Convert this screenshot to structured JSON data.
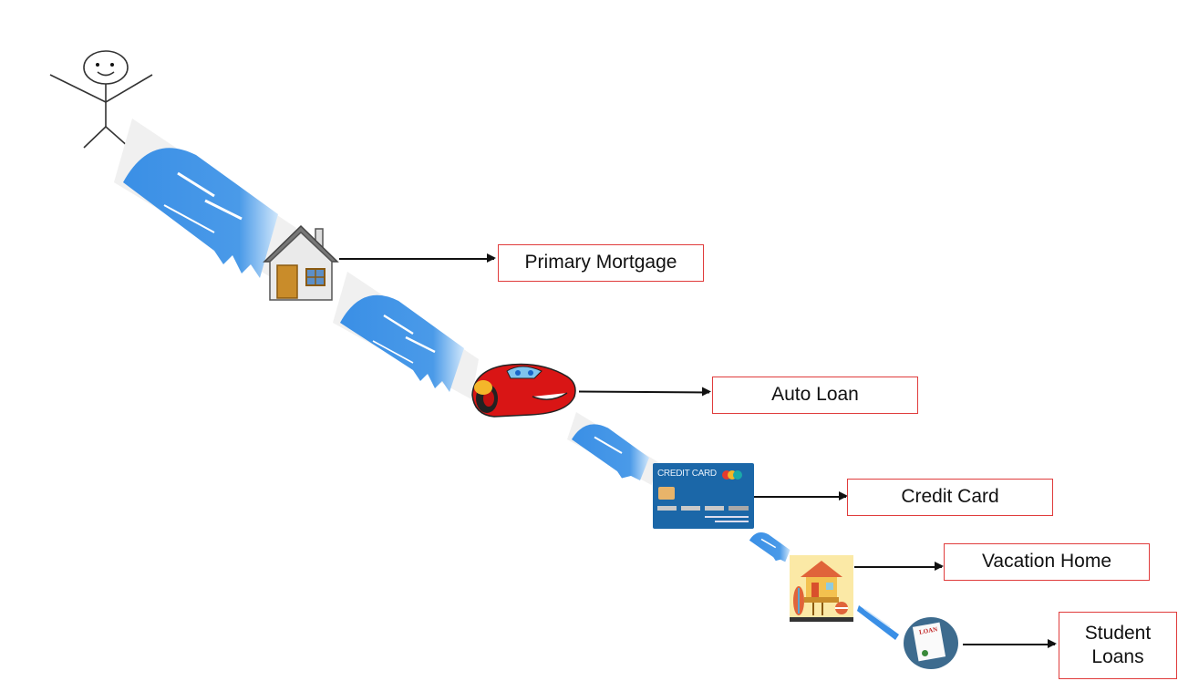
{
  "diagram": {
    "title": "",
    "person": {
      "icon": "stick-figure-icon",
      "description": "Smiling stick figure"
    },
    "waterfall_icon": "waterfall-icon",
    "steps": [
      {
        "id": "primary-mortgage",
        "icon": "house-icon",
        "label": "Primary Mortgage"
      },
      {
        "id": "auto-loan",
        "icon": "car-icon",
        "label": "Auto Loan"
      },
      {
        "id": "credit-card",
        "icon": "credit-card-icon",
        "label": "Credit Card",
        "icon_text": "CREDIT CARD"
      },
      {
        "id": "vacation-home",
        "icon": "beach-house-icon",
        "label": "Vacation Home"
      },
      {
        "id": "student-loans",
        "icon": "loan-document-icon",
        "label_line1": "Student",
        "label_line2": "Loans",
        "icon_text": "LOAN"
      }
    ],
    "colors": {
      "box_border": "#e03c3c",
      "arrow": "#111111",
      "water": "#3a8fe6",
      "card": "#1b67a8"
    }
  }
}
